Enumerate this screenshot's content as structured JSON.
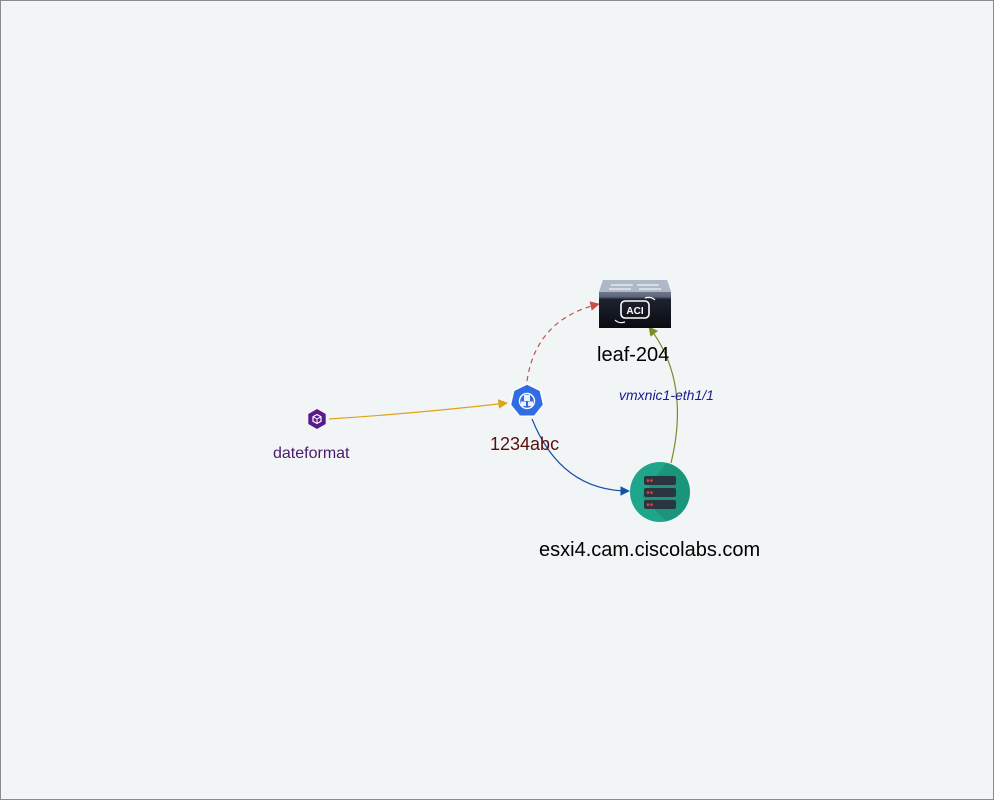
{
  "nodes": {
    "dateformat": {
      "label": "dateformat",
      "icon": "container-icon",
      "color": "#5b1a8c"
    },
    "pod": {
      "label": "1234abc",
      "icon": "kubernetes-pod-icon",
      "color": "#326ce5"
    },
    "leaf": {
      "label": "leaf-204",
      "icon": "aci-switch-icon",
      "badge": "ACI"
    },
    "esxi": {
      "label": "esxi4.cam.ciscolabs.com",
      "icon": "server-icon",
      "color": "#1fa68a"
    }
  },
  "edges": [
    {
      "from": "dateformat",
      "to": "1234abc",
      "color": "#e0a21a",
      "style": "solid"
    },
    {
      "from": "1234abc",
      "to": "leaf-204",
      "color": "#c8504a",
      "style": "dashed"
    },
    {
      "from": "1234abc",
      "to": "esxi4.cam.ciscolabs.com",
      "color": "#1a4fa8",
      "style": "solid"
    },
    {
      "from": "esxi4.cam.ciscolabs.com",
      "to": "leaf-204",
      "color": "#7a8c2a",
      "style": "solid",
      "label": "vmxnic1-eth1/1"
    }
  ]
}
